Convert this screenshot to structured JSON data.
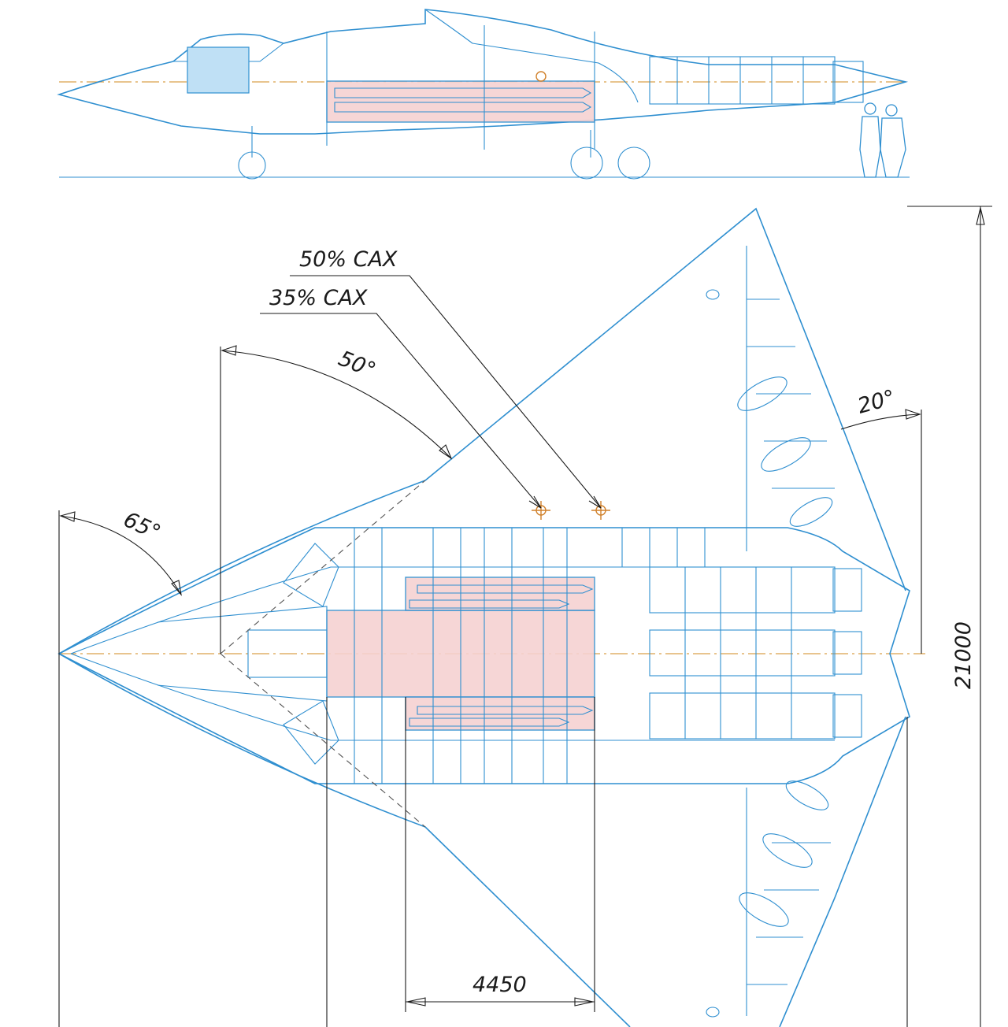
{
  "labels": {
    "mac50": "50% CAX",
    "mac35": "35% CAX",
    "angle_te": "50°",
    "angle_nose": "65°",
    "angle_le": "20°",
    "length_dim": "21000",
    "bay_dim": "4450"
  },
  "colors": {
    "line": "#2f8fd0",
    "dimension": "#1a1a1a",
    "bay_fill": "#f6d2d2",
    "center_axis": "#d9a14a"
  }
}
